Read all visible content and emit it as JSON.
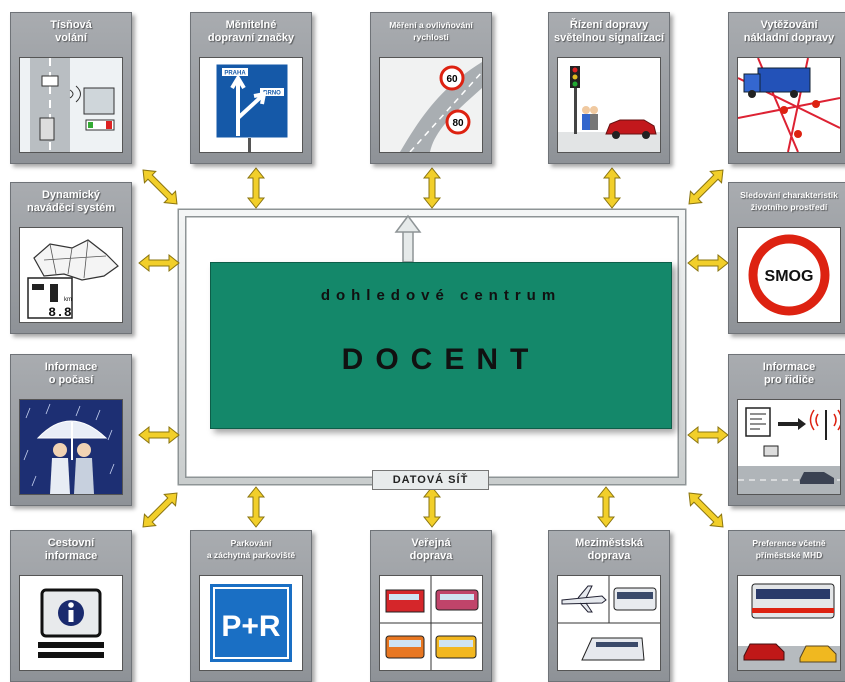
{
  "center": {
    "subtitle": "dohledové centrum",
    "title": "DOCENT"
  },
  "network_label": "DATOVÁ SÍŤ",
  "tiles": {
    "emergency": {
      "title": "Tísňová\nvolání"
    },
    "signs": {
      "title": "Měnitelné\ndopravní značky",
      "sign_top": "PRAHA",
      "sign_right": "BRNO"
    },
    "speed": {
      "title": "Měření a ovlivňování\nrychlosti",
      "limit1": "60",
      "limit2": "80"
    },
    "signals": {
      "title": "Řízení dopravy\nsvětelnou signalizací"
    },
    "trucks": {
      "title": "Vytěžování\nnákladní dopravy"
    },
    "guidance": {
      "title": "Dynamický\nnaváděcí systém",
      "display": "8.8",
      "unit": "km"
    },
    "environment": {
      "title": "Sledování charakteristik\nživotního prostředí",
      "smog": "SMOG"
    },
    "weather": {
      "title": "Informace\no počasí"
    },
    "driver": {
      "title": "Informace\npro řidiče"
    },
    "travel": {
      "title": "Cestovní\ninformace"
    },
    "parking": {
      "title": "Parkování\na záchytná parkoviště",
      "sign": "P+R"
    },
    "public": {
      "title": "Veřejná\ndoprava"
    },
    "intercity": {
      "title": "Meziměstská\ndoprava"
    },
    "preference": {
      "title": "Preference včetně\npříměstské MHD"
    }
  },
  "colors": {
    "center_green": "#14886a",
    "network_frame": "#e6eaea",
    "arrow_yellow": "#f2cf2a",
    "tile_gray": "#9a9ea3"
  }
}
